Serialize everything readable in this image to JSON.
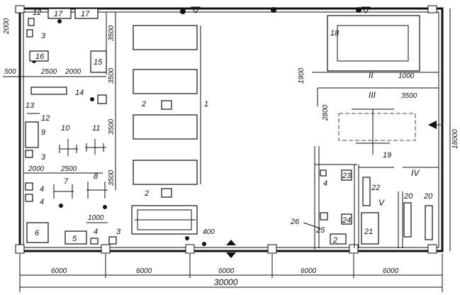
{
  "labels": {
    "l1": "1",
    "l2a": "2",
    "l2b": "2",
    "l2c": "2",
    "l3a": "3",
    "l3b": "3",
    "l3c": "3",
    "l4a": "4",
    "l4b": "4",
    "l4c": "4",
    "l4d": "4",
    "l5": "5",
    "l6": "6",
    "l7": "7",
    "l8": "8",
    "l9": "9",
    "l10": "10",
    "l11": "11",
    "l12a": "12",
    "l12b": "12",
    "l13": "13",
    "l14": "14",
    "l15": "15",
    "l16": "16",
    "l17a": "17",
    "l17b": "17",
    "l18": "18",
    "l19": "19",
    "l20a": "20",
    "l20b": "20",
    "l21": "21",
    "l22": "22",
    "l23": "23",
    "l24": "24",
    "l25": "25",
    "l26": "26"
  },
  "zones": {
    "z2": "II",
    "z3": "III",
    "z4": "IV",
    "z5": "V"
  },
  "dimensions": {
    "d2000_left": "2000",
    "d3500_a": "3500",
    "d3500_b": "3500",
    "d3500_c": "3500",
    "d3500_d": "3500",
    "d500": "500",
    "d2500_a": "2500",
    "d2000_a": "2000",
    "d2000_b": "2000",
    "d2500_b": "2500",
    "d1000_bottom": "1000",
    "d400": "400",
    "d1900": "1900",
    "d1000_right": "1000",
    "d2800": "2800",
    "d3500_right": "3500",
    "d18000": "18000",
    "span1": "6000",
    "span2": "6000",
    "span3": "6000",
    "span4": "6000",
    "span5": "6000",
    "total": "30000"
  }
}
